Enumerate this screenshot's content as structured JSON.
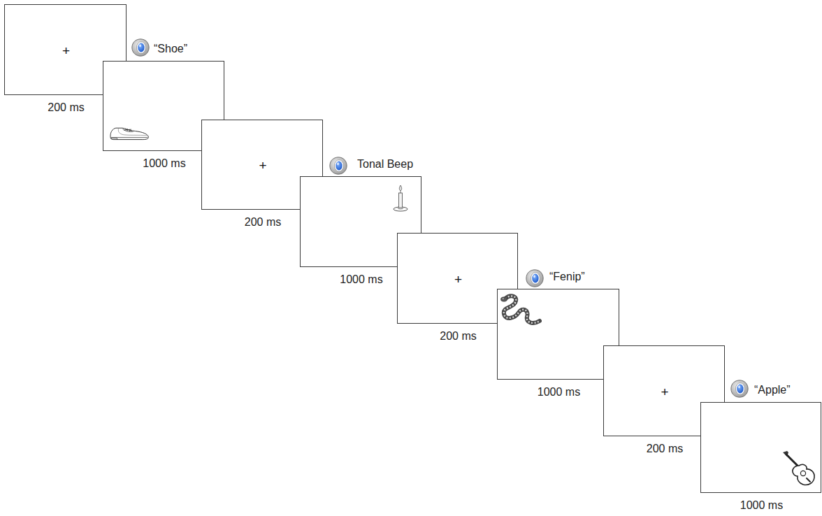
{
  "diagram": {
    "nodes": [
      {
        "text": [
          "+",
          "200 ms"
        ]
      },
      {
        "text": [
          "“Shoe”",
          "1000 ms"
        ]
      },
      {
        "text": [
          "+",
          "200 ms"
        ]
      },
      {
        "text": [
          "Tonal Beep",
          "1000 ms"
        ]
      },
      {
        "text": [
          "+",
          "200 ms"
        ]
      },
      {
        "text": [
          "“Fenip”",
          "1000 ms"
        ]
      },
      {
        "text": [
          "+",
          "200 ms"
        ]
      },
      {
        "text": [
          "“Apple”",
          "1000 ms"
        ]
      }
    ]
  }
}
